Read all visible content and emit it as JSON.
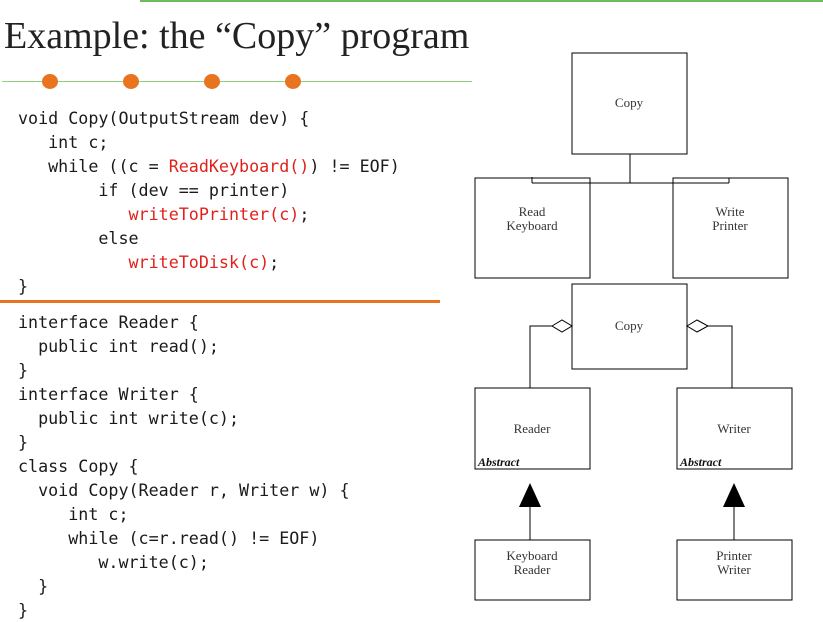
{
  "slide": {
    "title": "Example: the “Copy” program"
  },
  "code_block_1": [
    [
      {
        "t": "void Copy(OutputStream dev) {"
      }
    ],
    [
      {
        "t": "   int c;"
      }
    ],
    [
      {
        "t": "   while ((c = "
      },
      {
        "t": "ReadKeyboard()",
        "hl": true
      },
      {
        "t": ") != EOF)"
      }
    ],
    [
      {
        "t": "        if (dev == printer)"
      }
    ],
    [
      {
        "t": "           "
      },
      {
        "t": "writeToPrinter(c)",
        "hl": true
      },
      {
        "t": ";"
      }
    ],
    [
      {
        "t": "        else"
      }
    ],
    [
      {
        "t": "           "
      },
      {
        "t": "writeToDisk(c)",
        "hl": true
      },
      {
        "t": ";"
      }
    ],
    [
      {
        "t": "}"
      }
    ]
  ],
  "code_block_2": [
    [
      {
        "t": "interface Reader {"
      }
    ],
    [
      {
        "t": "  public int read();"
      }
    ],
    [
      {
        "t": "}"
      }
    ],
    [
      {
        "t": "interface Writer {"
      }
    ],
    [
      {
        "t": "  public int write(c);"
      }
    ],
    [
      {
        "t": "}"
      }
    ],
    [
      {
        "t": "class Copy {"
      }
    ],
    [
      {
        "t": "  void Copy(Reader r, Writer w) {"
      }
    ],
    [
      {
        "t": "     int c;"
      }
    ],
    [
      {
        "t": "     while (c=r.read() != EOF)"
      }
    ],
    [
      {
        "t": "        w.write(c);"
      }
    ],
    [
      {
        "t": "  }"
      }
    ],
    [
      {
        "t": "}"
      }
    ]
  ],
  "diagram_top": {
    "copy": [
      "Copy"
    ],
    "read_keyboard": [
      "Read",
      "Keyboard"
    ],
    "write_printer": [
      "Write",
      "Printer"
    ]
  },
  "diagram_bottom": {
    "copy": [
      "Copy"
    ],
    "reader": [
      "Reader"
    ],
    "writer": [
      "Writer"
    ],
    "abstract_left": "Abstract",
    "abstract_right": "Abstract",
    "keyboard_reader": [
      "Keyboard",
      "Reader"
    ],
    "printer_writer": [
      "Printer",
      "Writer"
    ]
  },
  "colors": {
    "accent_green": "#6fba5a",
    "accent_orange": "#e8741f",
    "code_highlight": "#e0211b"
  }
}
